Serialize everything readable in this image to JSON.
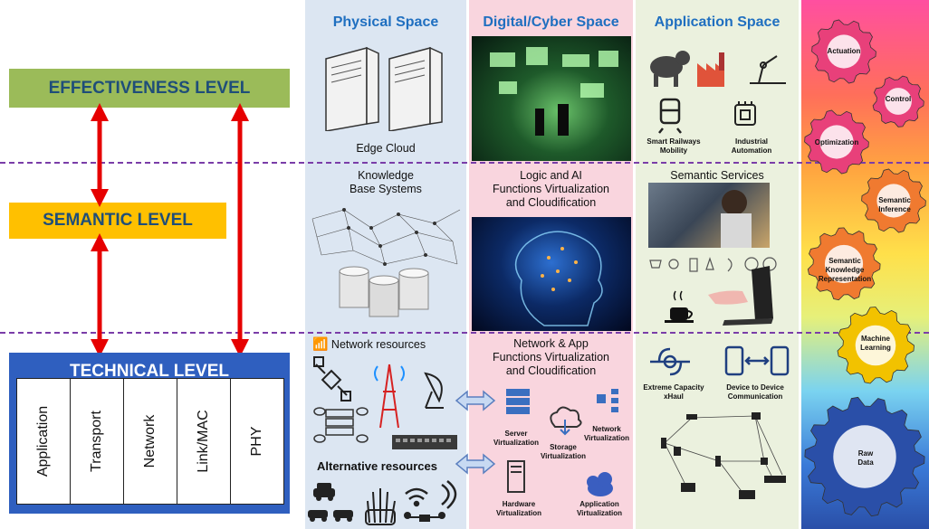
{
  "levels": {
    "effectiveness": "EFFECTIVENESS LEVEL",
    "semantic": "SEMANTIC LEVEL",
    "technical": "TECHNICAL LEVEL"
  },
  "osi_layers": [
    "Application",
    "Transport",
    "Network",
    "Link/MAC",
    "PHY"
  ],
  "physical": {
    "title": "Physical Space",
    "edge_cloud": "Edge Cloud",
    "knowledge": "Knowledge\nBase Systems",
    "network_resources": "Network resources",
    "alternative_resources": "Alternative resources"
  },
  "digital": {
    "title": "Digital/Cyber Space",
    "logic_ai": "Logic and AI\nFunctions Virtualization\nand Cloudification",
    "net_app": "Network & App\nFunctions Virtualization\nand Cloudification",
    "server_virt": "Server\nVirtualization",
    "storage_virt": "Storage\nVirtualization",
    "network_virt": "Network\nVirtualization",
    "hardware_virt": "Hardware\nVirtualization",
    "application_virt": "Application\nVirtualization"
  },
  "application": {
    "title": "Application Space",
    "smart_railways": "Smart Railways\nMobility",
    "industrial_automation": "Industrial\nAutomation",
    "semantic_services": "Semantic Services",
    "xhaul": "Extreme Capacity\nxHaul",
    "d2d": "Device to Device\nCommunication"
  },
  "gears": [
    "Actuation",
    "Control",
    "Optimization",
    "Semantic\nInference",
    "Semantic\nKnowledge\nRepresentation",
    "Machine\nLearning",
    "Raw\nData"
  ],
  "colors": {
    "effectiveness_bg": "#9bbb59",
    "semantic_bg": "#ffc000",
    "technical_bg": "#2f5fbf",
    "arrow": "#e60000",
    "physical_bg": "#dce6f2",
    "digital_bg": "#f9d5de",
    "application_bg": "#ebf1de",
    "title_blue": "#1f6fc0",
    "divider": "#7a3da8",
    "gear_magenta": "#e8407a",
    "gear_orange": "#f07a30",
    "gear_yellow": "#f2c200",
    "gear_blue": "#2a4fa8"
  }
}
